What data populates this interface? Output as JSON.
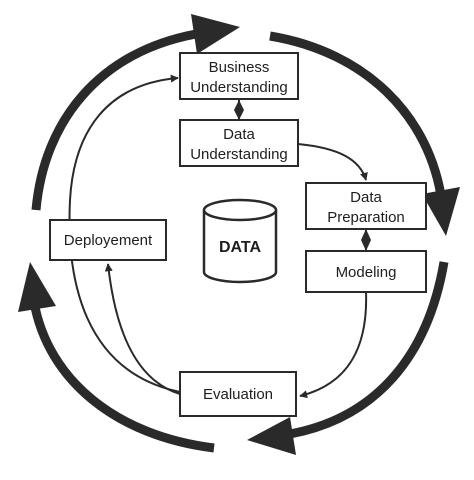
{
  "phases": {
    "business_understanding": [
      "Business",
      "Understanding"
    ],
    "data_understanding": [
      "Data",
      "Understanding"
    ],
    "data_preparation": [
      "Data",
      "Preparation"
    ],
    "modeling": "Modeling",
    "evaluation": "Evaluation",
    "deployment": "Deployement"
  },
  "center": {
    "label": "DATA"
  }
}
